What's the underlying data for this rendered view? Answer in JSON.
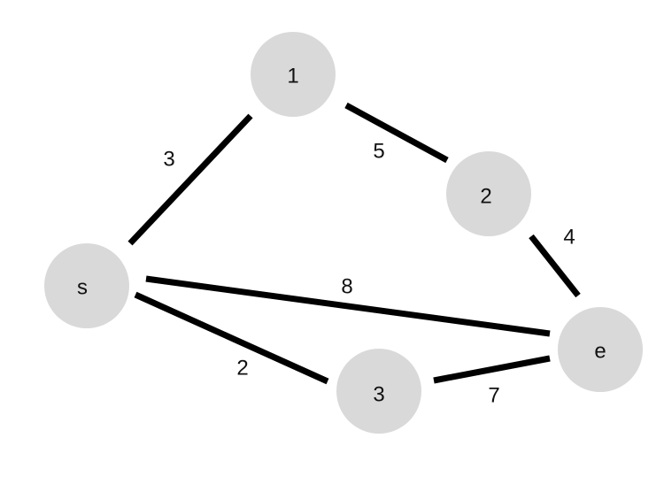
{
  "colors": {
    "node_fill": "#d9d9d9",
    "edge_stroke": "#000000",
    "text": "#111111",
    "background": "#ffffff"
  },
  "nodes": [
    {
      "id": "s",
      "label": "s"
    },
    {
      "id": "1",
      "label": "1"
    },
    {
      "id": "2",
      "label": "2"
    },
    {
      "id": "3",
      "label": "3"
    },
    {
      "id": "e",
      "label": "e"
    }
  ],
  "edges": [
    {
      "from": "s",
      "to": "1",
      "weight": "3"
    },
    {
      "from": "1",
      "to": "2",
      "weight": "5"
    },
    {
      "from": "2",
      "to": "e",
      "weight": "4"
    },
    {
      "from": "s",
      "to": "e",
      "weight": "8"
    },
    {
      "from": "s",
      "to": "3",
      "weight": "2"
    },
    {
      "from": "3",
      "to": "e",
      "weight": "7"
    }
  ]
}
